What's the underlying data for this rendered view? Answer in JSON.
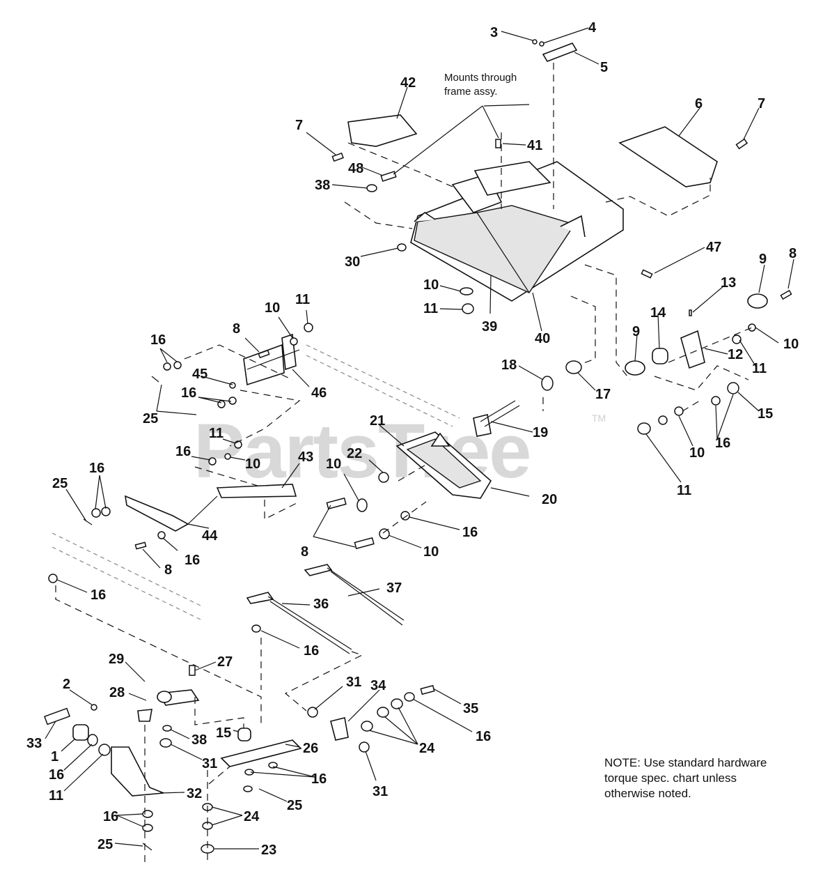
{
  "watermark": {
    "text": "PartsTree",
    "trademark": "TM"
  },
  "annotations": {
    "mounts_through_line1": "Mounts through",
    "mounts_through_line2": "frame assy."
  },
  "note": {
    "line1": "NOTE: Use standard hardware",
    "line2": "torque spec. chart unless",
    "line3": "otherwise noted."
  },
  "callouts": [
    "3",
    "4",
    "5",
    "42",
    "6",
    "7",
    "7",
    "41",
    "48",
    "38",
    "47",
    "30",
    "10",
    "11",
    "39",
    "40",
    "9",
    "8",
    "13",
    "14",
    "9",
    "12",
    "10",
    "11",
    "15",
    "16",
    "10",
    "11",
    "18",
    "17",
    "19",
    "21",
    "22",
    "10",
    "20",
    "16",
    "10",
    "8",
    "11",
    "10",
    "16",
    "45",
    "8",
    "46",
    "16",
    "25",
    "11",
    "16",
    "10",
    "43",
    "16",
    "25",
    "44",
    "16",
    "8",
    "16",
    "37",
    "36",
    "16",
    "29",
    "27",
    "28",
    "38",
    "15",
    "26",
    "31",
    "34",
    "35",
    "16",
    "24",
    "2",
    "33",
    "1",
    "16",
    "11",
    "31",
    "16",
    "32",
    "25",
    "24",
    "16",
    "31",
    "25",
    "23"
  ]
}
